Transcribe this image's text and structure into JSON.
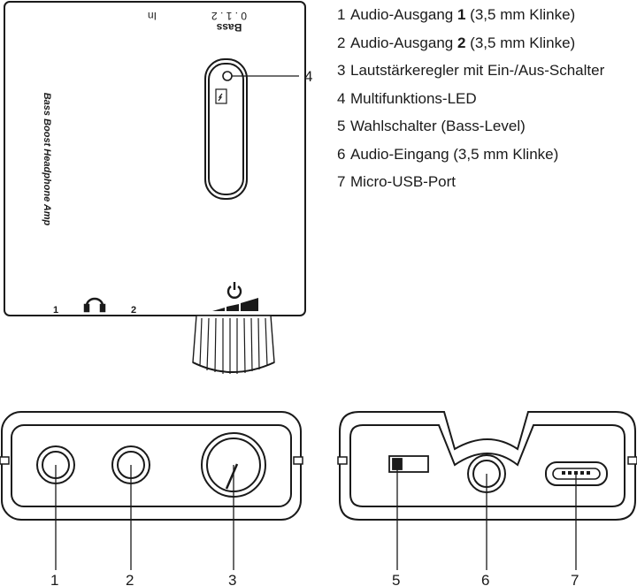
{
  "device": {
    "name": "Bass Boost Headphone Amp",
    "bass_label": "Bass",
    "bass_scale": "0 . 1 . 2",
    "in_label": "In",
    "out_1": "1",
    "out_2": "2"
  },
  "legend": [
    {
      "num": "1",
      "pre": "Audio-Ausgang ",
      "bold": "1",
      "post": " (3,5 mm Klinke)"
    },
    {
      "num": "2",
      "pre": "Audio-Ausgang ",
      "bold": "2",
      "post": " (3,5 mm Klinke)"
    },
    {
      "num": "3",
      "pre": "Lautstärkeregler mit Ein-/Aus-Schalter",
      "bold": "",
      "post": ""
    },
    {
      "num": "4",
      "pre": "Multifunktions-LED",
      "bold": "",
      "post": ""
    },
    {
      "num": "5",
      "pre": "Wahlschalter (Bass-Level)",
      "bold": "",
      "post": ""
    },
    {
      "num": "6",
      "pre": "Audio-Eingang (3,5 mm Klinke)",
      "bold": "",
      "post": ""
    },
    {
      "num": "7",
      "pre": "Micro-USB-Port",
      "bold": "",
      "post": ""
    }
  ],
  "callouts": {
    "c1": "1",
    "c2": "2",
    "c3": "3",
    "c4": "4",
    "c5": "5",
    "c6": "6",
    "c7": "7"
  }
}
